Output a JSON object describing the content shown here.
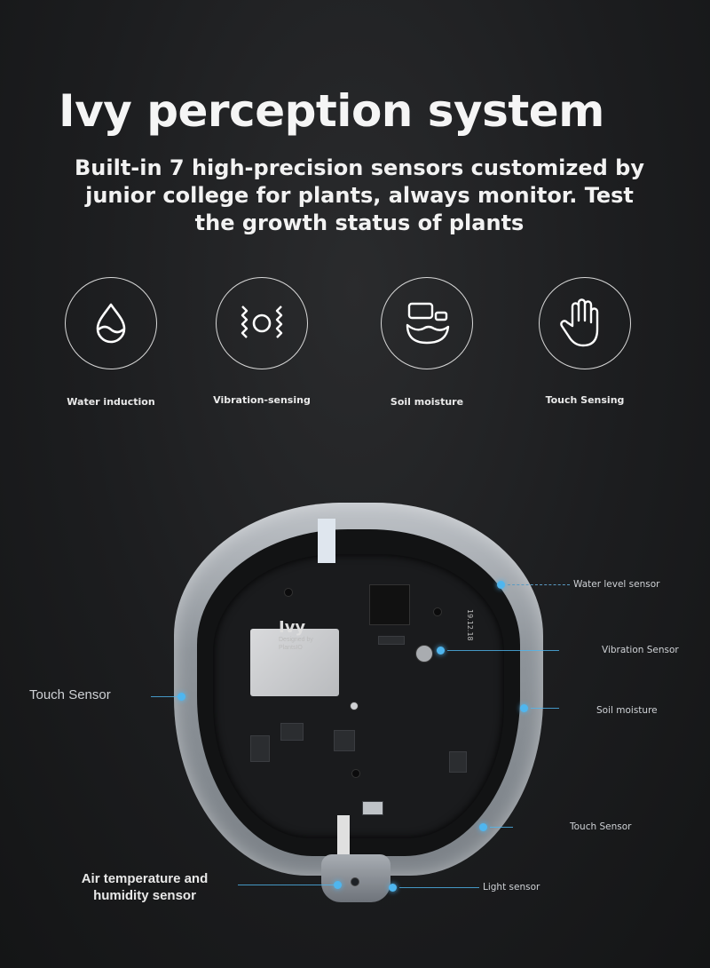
{
  "header": {
    "title": "Ivy perception system",
    "subtitle": "Built-in 7 high-precision sensors customized by junior college for plants, always monitor. Test the growth status of plants"
  },
  "features": [
    {
      "label": "Water induction",
      "icon": "water-drop-icon"
    },
    {
      "label": "Vibration-sensing",
      "icon": "vibration-icon"
    },
    {
      "label": "Soil moisture",
      "icon": "soil-moisture-icon"
    },
    {
      "label": "Touch Sensing",
      "icon": "hand-icon"
    }
  ],
  "device": {
    "brand": "Ivy",
    "brand_sub1": "Designed by",
    "brand_sub2": "PlantsIO",
    "version": "19.12.18"
  },
  "callouts": {
    "water_level": "Water level sensor",
    "vibration": "Vibration Sensor",
    "touch_left": "Touch Sensor",
    "soil": "Soil moisture",
    "touch_right": "Touch Sensor",
    "air": "Air temperature and humidity sensor",
    "light": "Light sensor"
  },
  "colors": {
    "accent": "#4fb6ef",
    "background": "#1c1d1f"
  }
}
